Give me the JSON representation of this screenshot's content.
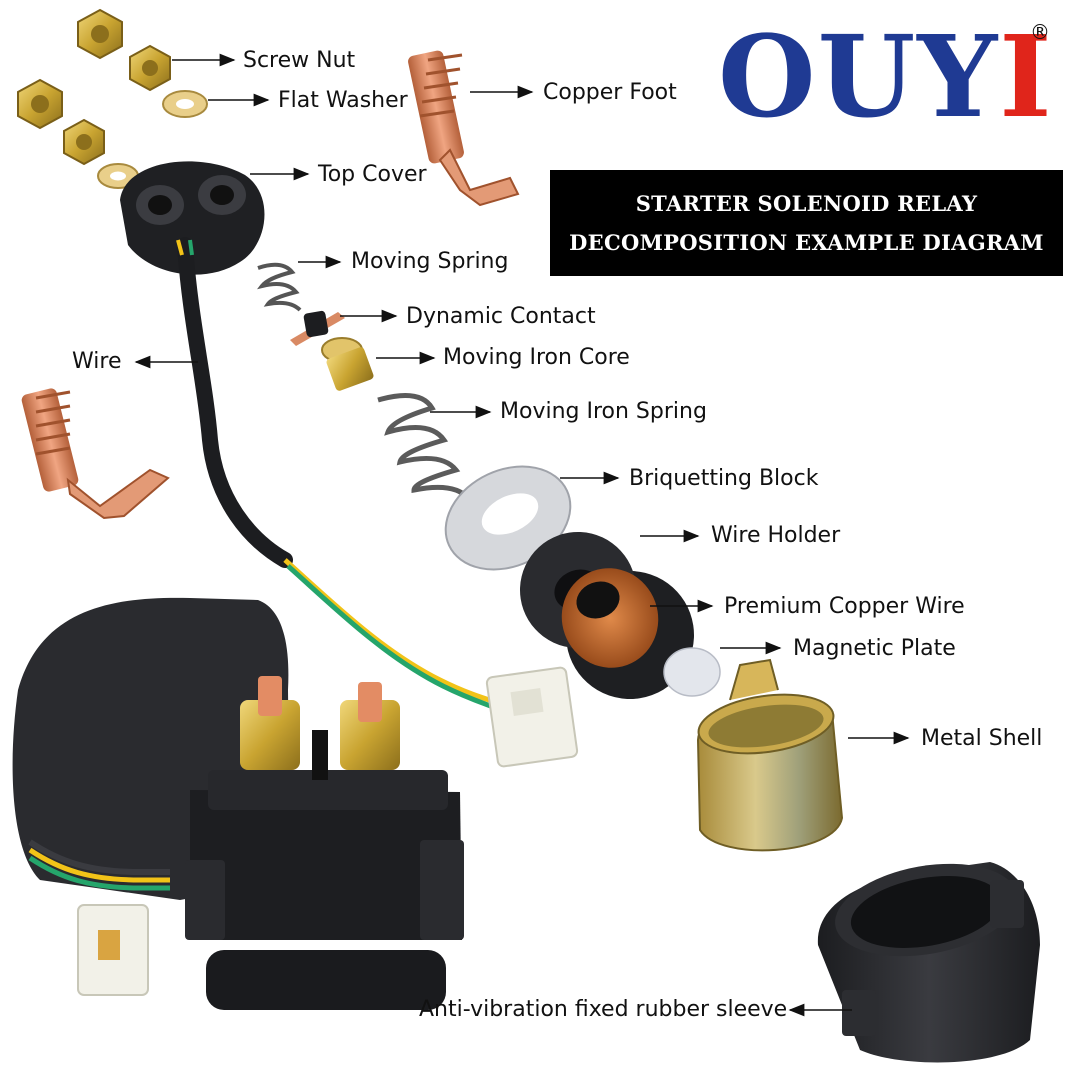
{
  "brand": {
    "part1": "OUY",
    "part2": "I",
    "registered_mark": "®"
  },
  "banner": {
    "line1": "STARTER SOLENOID RELAY",
    "line2": "DECOMPOSITION EXAMPLE DIAGRAM"
  },
  "labels": {
    "screw_nut": "Screw Nut",
    "flat_washer": "Flat Washer",
    "copper_foot": "Copper Foot",
    "top_cover": "Top Cover",
    "moving_spring": "Moving Spring",
    "dynamic_contact": "Dynamic Contact",
    "wire": "Wire",
    "moving_iron_core": "Moving Iron Core",
    "moving_iron_spring": "Moving Iron Spring",
    "briquetting_block": "Briquetting Block",
    "wire_holder": "Wire Holder",
    "premium_copper_wire": "Premium Copper Wire",
    "magnetic_plate": "Magnetic Plate",
    "metal_shell": "Metal Shell",
    "rubber_sleeve": "Anti-vibration fixed rubber sleeve"
  },
  "colors": {
    "brand_blue": "#1f3a93",
    "brand_red": "#e0251b",
    "banner_bg": "#000000",
    "banner_text": "#ffffff",
    "copper": "#d9835a",
    "brass": "#c9a431",
    "rubber": "#26272b"
  }
}
